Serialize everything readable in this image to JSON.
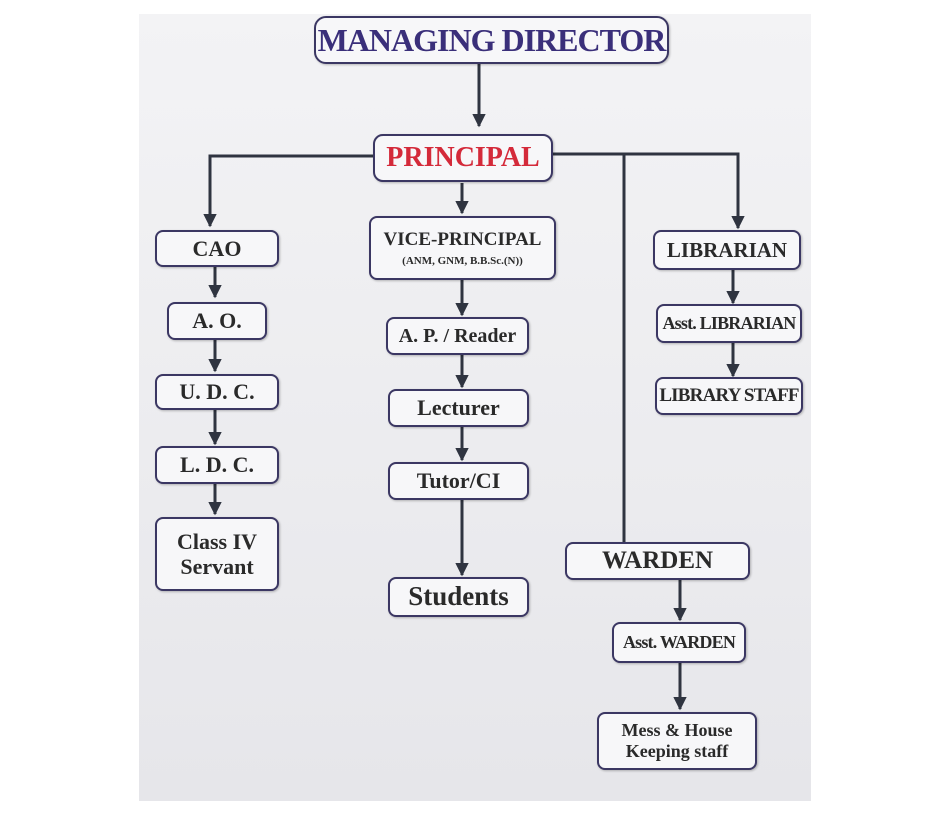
{
  "chart": {
    "managing_director": "MANAGING DIRECTOR",
    "principal": "PRINCIPAL",
    "admin": {
      "cao": "CAO",
      "ao": "A. O.",
      "udc": "U. D. C.",
      "ldc": "L. D. C.",
      "class_iv_line1": "Class IV",
      "class_iv_line2": "Servant"
    },
    "academic": {
      "vice_principal": "VICE-PRINCIPAL",
      "vice_principal_sub": "(ANM, GNM, B.B.Sc.(N))",
      "ap_reader": "A. P. / Reader",
      "lecturer": "Lecturer",
      "tutor": "Tutor/CI",
      "students": "Students"
    },
    "library": {
      "librarian": "LIBRARIAN",
      "asst_librarian": "Asst. LIBRARIAN",
      "library_staff": "LIBRARY STAFF"
    },
    "hostel": {
      "warden": "WARDEN",
      "asst_warden": "Asst. WARDEN",
      "mess_line1": "Mess & House",
      "mess_line2": "Keeping staff"
    }
  },
  "colors": {
    "line": "#2f3440",
    "border": "#3b3763",
    "title": "#3a2f7a",
    "principal": "#d42a3a",
    "text": "#2a2a2a"
  }
}
